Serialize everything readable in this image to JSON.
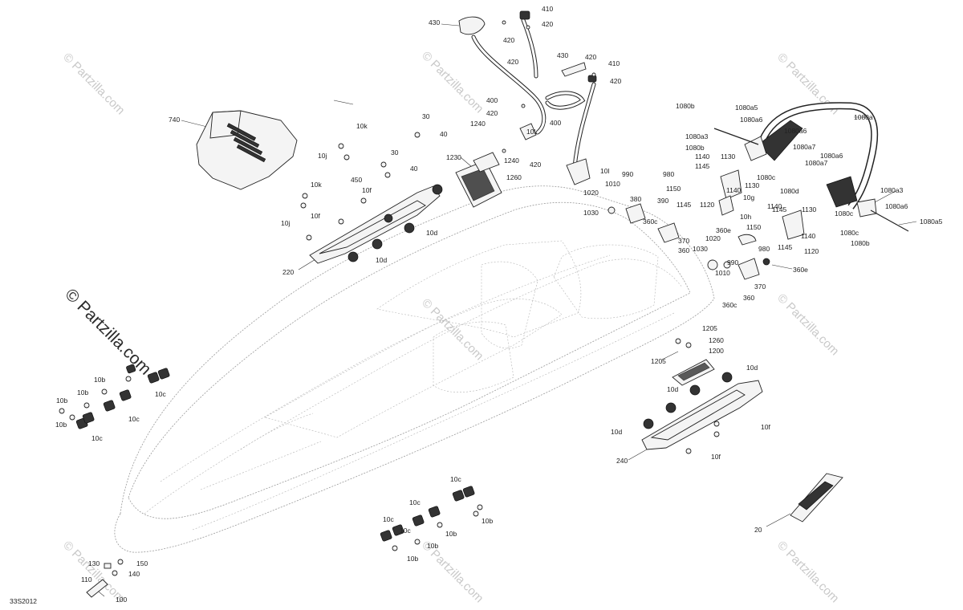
{
  "watermark": {
    "main": "© Partzilla.com",
    "tile": "© Partzilla.com"
  },
  "diagram_code": "33S2012",
  "callouts": {
    "c430a": "430",
    "c410a": "410",
    "c420a": "420",
    "c420b": "420",
    "c420c": "420",
    "c430b": "430",
    "c420d": "420",
    "c410b": "410",
    "c420e": "420",
    "c400a": "400",
    "c420f": "420",
    "c400b": "400",
    "c420g": "420",
    "c740": "740",
    "c10k_a": "10k",
    "c30_a": "30",
    "c40_a": "40",
    "c10j_a": "10j",
    "c30_b": "30",
    "c40_b": "40",
    "c450": "450",
    "c1240a": "1240",
    "c10l_a": "10l",
    "c1240b": "1240",
    "c1230": "1230",
    "c1260a": "1260",
    "c10l_b": "10l",
    "c10k_b": "10k",
    "c10f_a": "10f",
    "c10j_b": "10j",
    "c10f_b": "10f",
    "c10d_a": "10d",
    "c10d_b": "10d",
    "c220": "220",
    "c990a": "990",
    "c980a": "980",
    "c1010a": "1010",
    "c1020a": "1020",
    "c380": "380",
    "c390": "390",
    "c1030a": "1030",
    "c360c_a": "360c",
    "c370a": "370",
    "c360a": "360",
    "c1080b_a": "1080b",
    "c1080a5_a": "1080a5",
    "c1080a6_a": "1080a6",
    "c1080a": "1080a",
    "c1080a3_a": "1080a3",
    "c1080a6_b": "1080a6",
    "c1080b_b": "1080b",
    "c1080a7_a": "1080a7",
    "c1140a": "1140",
    "c1130a": "1130",
    "c1080a6_c": "1080a6",
    "c1080a7_b": "1080a7",
    "c1145a": "1145",
    "c1080c_a": "1080c",
    "c1150a": "1150",
    "c1130b": "1130",
    "c1140b": "1140",
    "c1080d": "1080d",
    "c10g": "10g",
    "c1145b": "1145",
    "c1120a": "1120",
    "c1080c_b": "1080c",
    "c1080a3_b": "1080a3",
    "c10h": "10h",
    "c1145c": "1145",
    "c1140c": "1140",
    "c1130c": "1130",
    "c1080a6_d": "1080a6",
    "c360e_a": "360e",
    "c1150b": "1150",
    "c1140d": "1140",
    "c1080c_c": "1080c",
    "c1080a5_b": "1080a5",
    "c1020b": "1020",
    "c980b": "980",
    "c1145d": "1145",
    "c1120b": "1120",
    "c1080b_c": "1080b",
    "c1030b": "1030",
    "c990b": "990",
    "c360e_b": "360e",
    "c1010b": "1010",
    "c370b": "370",
    "c360b": "360",
    "c360c_b": "360c",
    "c1205a": "1205",
    "c1260b": "1260",
    "c1205b": "1205",
    "c1200": "1200",
    "c10d_c": "10d",
    "c10d_d": "10d",
    "c10f_c": "10f",
    "c10d_e": "10d",
    "c240": "240",
    "c10f_d": "10f",
    "c20": "20",
    "c10b_a": "10b",
    "c10b_b": "10b",
    "c10c_a": "10c",
    "c10b_c": "10b",
    "c10b_d": "10b",
    "c10c_b": "10c",
    "c10c_c": "10c",
    "c10c_d": "10c",
    "c10c_e": "10c",
    "c10b_e": "10b",
    "c10c_f": "10c",
    "c10b_f": "10b",
    "c10c_g": "10c",
    "c10b_g": "10b",
    "c10b_h": "10b",
    "c130": "130",
    "c150": "150",
    "c140": "140",
    "c110": "110",
    "c100": "100"
  }
}
